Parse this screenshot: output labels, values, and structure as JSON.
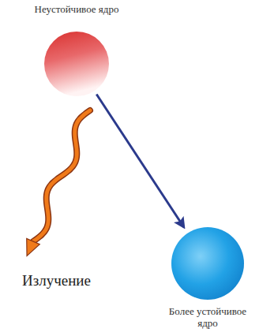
{
  "diagram": {
    "nodes": [
      {
        "text": [
          "Неустойчивое ядро"
        ]
      },
      {
        "text": [
          "Более устойчивое ядро"
        ]
      }
    ],
    "edges": [
      {
        "from": 0,
        "to": 1,
        "arrow": "to"
      }
    ],
    "labels": [
      "Излучение"
    ]
  }
}
